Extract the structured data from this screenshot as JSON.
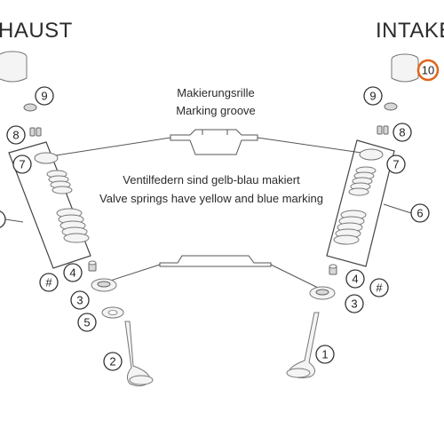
{
  "headers": {
    "exhaust": "HAUST",
    "intake": "INTAKE"
  },
  "notes": {
    "groove_de": "Makierungsrille",
    "groove_en": "Marking groove",
    "springs_de": "Ventilfedern sind gelb-blau makiert",
    "springs_en": "Valve springs have yellow and blue marking"
  },
  "callouts": {
    "left": [
      "9",
      "8",
      "7",
      "#",
      "4",
      "3",
      "5",
      "2"
    ],
    "right": [
      "10",
      "9",
      "8",
      "7",
      "6",
      "4",
      "#",
      "3",
      "1"
    ]
  },
  "colors": {
    "highlight": "#e0641b",
    "outline": "#333333"
  }
}
